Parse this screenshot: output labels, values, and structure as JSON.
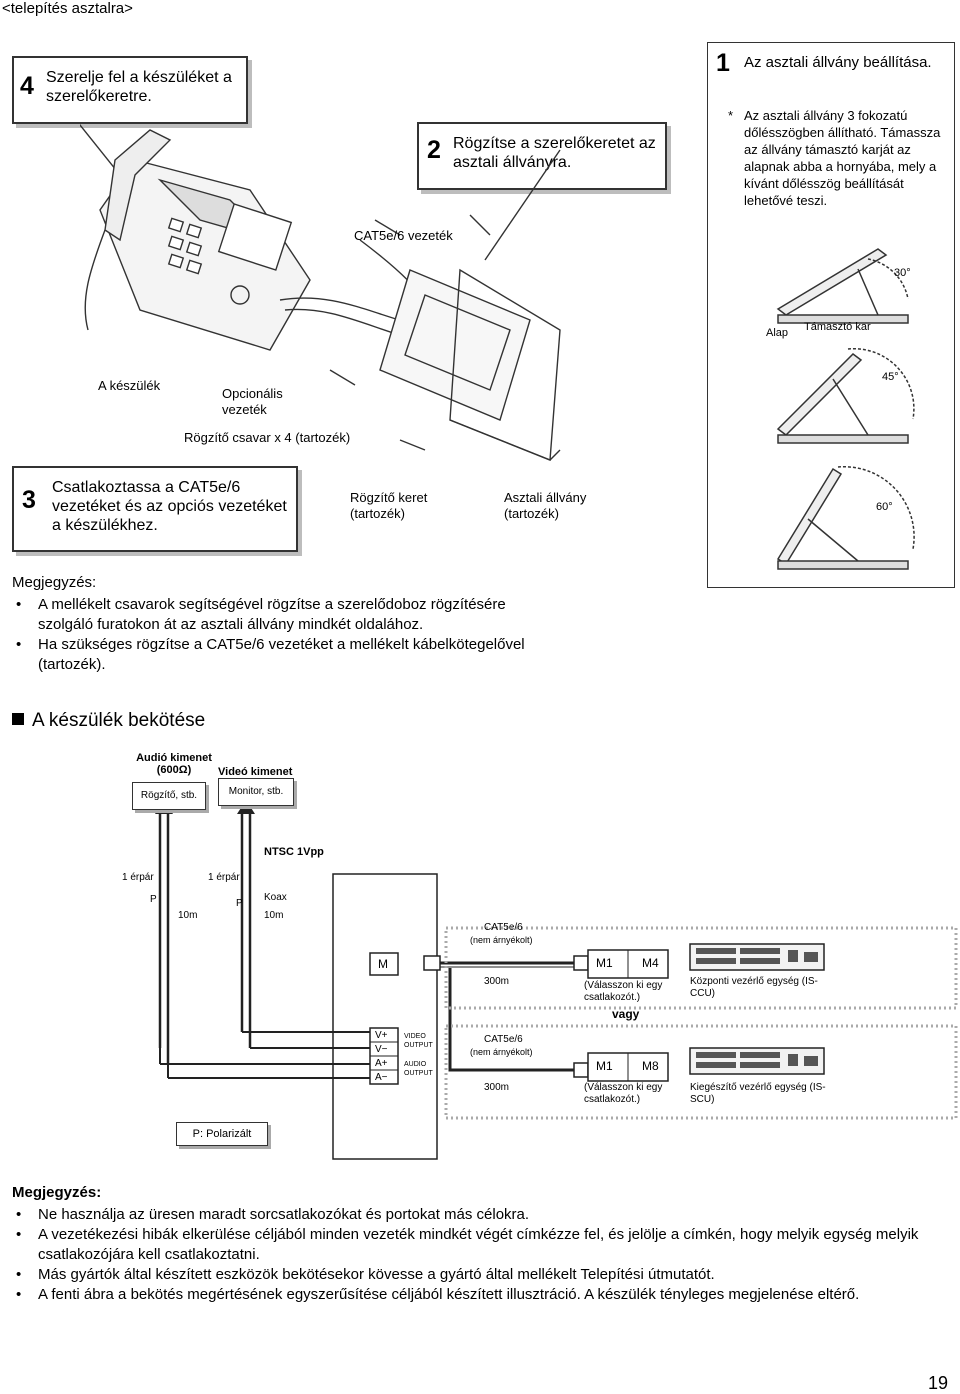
{
  "header": "<telepítés asztalra>",
  "install": {
    "step1": {
      "num": "1",
      "title": "Az asztali állvány beállítása.",
      "note_mark": "*",
      "note": "Az asztali állvány 3 fokozatú dőlésszögben állítható. Támassza az állvány támasztó karját az alapnak abba a hornyába, mely a kívánt dőlésszög beállítását lehetővé teszi."
    },
    "step2": {
      "num": "2",
      "text": "Rögzítse a szerelőkeretet az asztali állványra."
    },
    "step3": {
      "num": "3",
      "text": "Csatlakoztassa a CAT5e/6 vezetéket és az opciós vezetéket a készülékhez."
    },
    "step4": {
      "num": "4",
      "text": "Szerelje fel a készüléket a szerelőkeretre."
    },
    "labels": {
      "cable": "CAT5e/6 vezeték",
      "device": "A készülék",
      "optional": "Opcionális vezeték",
      "screws": "Rögzítő csavar x 4 (tartozék)",
      "frame": "Rögzítő keret (tartozék)",
      "stand": "Asztali állvány (tartozék)",
      "base": "Alap",
      "arm": "Támasztó kar",
      "angle30": "30°",
      "angle45": "45°",
      "angle60": "60°"
    }
  },
  "notes1": {
    "title": "Megjegyzés:",
    "items": [
      "A mellékelt csavarok segítségével rögzítse a szerelődoboz rögzítésére szolgáló furatokon át az asztali állvány mindkét oldalához.",
      "Ha szükséges rögzítse a CAT5e/6 vezetéket a mellékelt kábelkötegelővel (tartozék)."
    ]
  },
  "section": {
    "title": "A készülék bekötése"
  },
  "wiring": {
    "audio_out": "Audió kimenet (600Ω)",
    "video_out": "Videó kimenet",
    "recorder": "Rögzítő, stb.",
    "monitor": "Monitor, stb.",
    "ntsc": "NTSC 1Vpp",
    "pair1": "1 érpár",
    "pair2": "1 érpár",
    "p1": "P",
    "p2": "P",
    "coax": "Koax",
    "len1": "10m",
    "len2": "10m",
    "cat1": "CAT5e/6",
    "cat1_sub": "(nem árnyékolt)",
    "len3": "300m",
    "m": "M",
    "m1a": "M1",
    "m4": "M4",
    "choose1": "(Válasszon ki egy csatlakozót.)",
    "ccu": "Központi vezérlő egység (IS-CCU)",
    "or": "vagy",
    "cat2": "CAT5e/6",
    "cat2_sub": "(nem árnyékolt)",
    "len4": "300m",
    "m1b": "M1",
    "m8": "M8",
    "choose2": "(Válasszon ki egy csatlakozót.)",
    "scu": "Kiegészítő vezérlő egység (IS-SCU)",
    "vplus": "V+",
    "vminus": "V−",
    "aplus": "A+",
    "aminus": "A−",
    "video_output": "VIDEO OUTPUT",
    "audio_output": "AUDIO OUTPUT",
    "legend": "P: Polarizált"
  },
  "notes2": {
    "title": "Megjegyzés:",
    "items": [
      "Ne használja az üresen maradt sorcsatlakozókat és portokat más célokra.",
      "A vezetékezési hibák elkerülése céljából minden vezeték mindkét végét címkézze fel, és jelölje a címkén, hogy melyik egység melyik csatlakozójára kell csatlakoztatni.",
      "Más gyártók által készített eszközök bekötésekor kövesse a gyártó által mellékelt Telepítési útmutatót.",
      "A fenti ábra a bekötés megértésének egyszerűsítése céljából készített illusztráció. A készülék tényleges megjelenése eltérő."
    ]
  },
  "page_number": "19"
}
